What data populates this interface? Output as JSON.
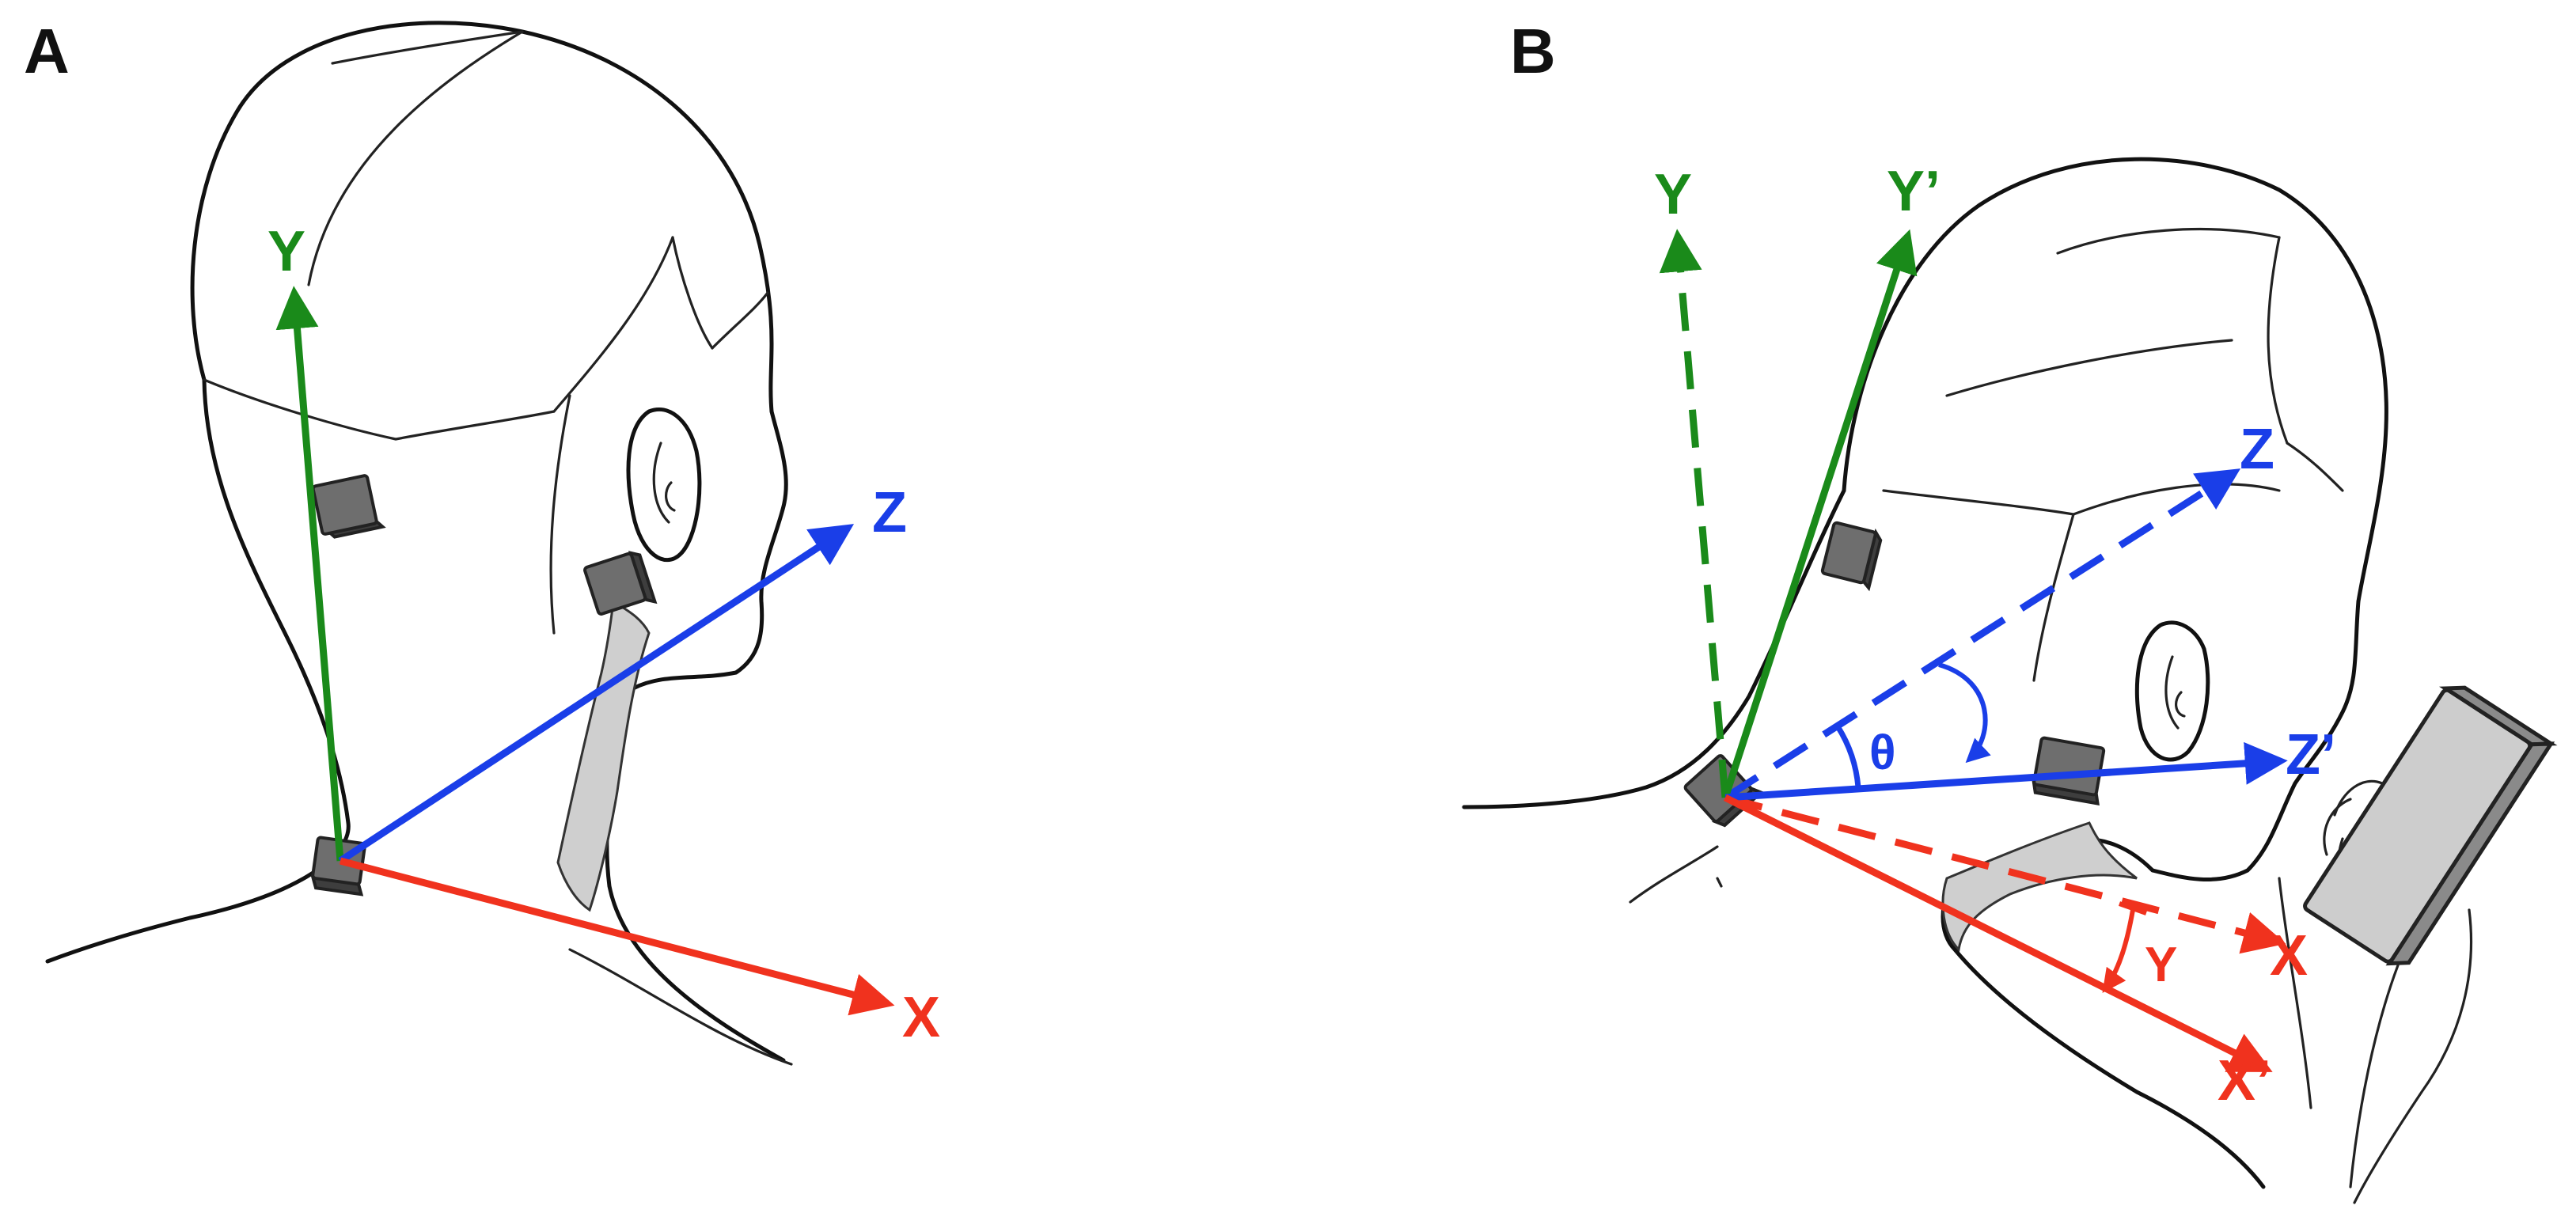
{
  "panels": [
    {
      "label": "A",
      "axes": {
        "y": {
          "label": "Y",
          "color": "#1a8a1a"
        },
        "z": {
          "label": "Z",
          "color": "#1a3ee8"
        },
        "x": {
          "label": "X",
          "color": "#f0321e"
        }
      }
    },
    {
      "label": "B",
      "axes": {
        "y_ref": {
          "label": "Y",
          "color": "#1a8a1a",
          "style": "dashed"
        },
        "y_rot": {
          "label": "Y’",
          "color": "#1a8a1a",
          "style": "solid"
        },
        "z_ref": {
          "label": "Z",
          "color": "#1a3ee8",
          "style": "dashed"
        },
        "z_rot": {
          "label": "Z’",
          "color": "#1a3ee8",
          "style": "solid"
        },
        "x_ref": {
          "label": "X",
          "color": "#f0321e",
          "style": "dashed"
        },
        "x_rot": {
          "label": "X’",
          "color": "#f0321e",
          "style": "solid"
        }
      },
      "angles": {
        "theta": {
          "label": "θ",
          "color": "#1a3ee8"
        },
        "gamma": {
          "label": "Υ",
          "color": "#f0321e"
        }
      }
    }
  ],
  "icons": [
    "head-sketch",
    "imu-sensor-icon",
    "smartphone-icon",
    "hand-sketch"
  ]
}
